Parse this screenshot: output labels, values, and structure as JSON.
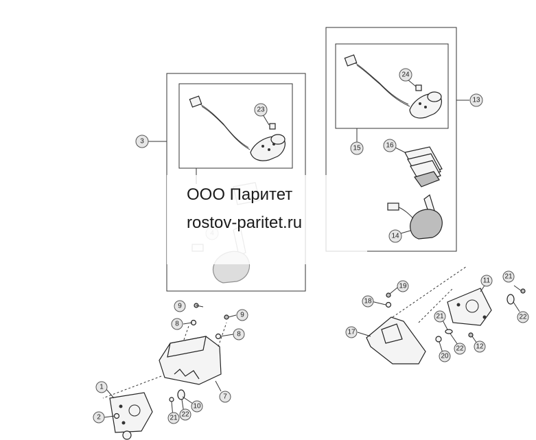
{
  "watermark": {
    "company": "ООО Паритет",
    "site": "rostov-paritet.ru"
  },
  "callouts": {
    "c1": "1",
    "c2": "2",
    "c3": "3",
    "c4": "4",
    "c7": "7",
    "c8a": "8",
    "c8b": "8",
    "c9a": "9",
    "c9b": "9",
    "c10": "10",
    "c11": "11",
    "c12": "12",
    "c13": "13",
    "c14": "14",
    "c15": "15",
    "c16": "16",
    "c17": "17",
    "c18": "18",
    "c19": "19",
    "c20": "20",
    "c21a": "21",
    "c21b": "21",
    "c21c": "21",
    "c22a": "22",
    "c22b": "22",
    "c22c": "22",
    "c23": "23",
    "c24": "24"
  }
}
